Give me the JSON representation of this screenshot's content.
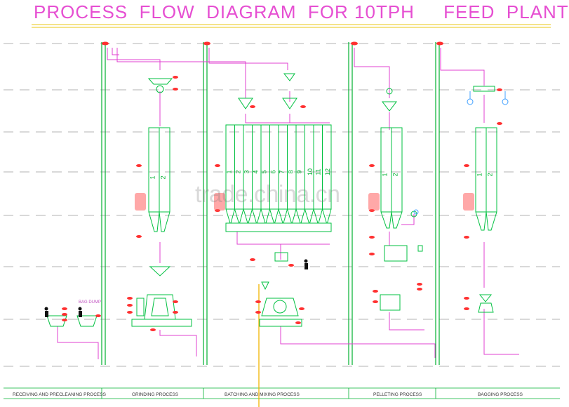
{
  "title": "PROCESS  FLOW  DIAGRAM  FOR 10TPH     FEED  PLANT",
  "watermark": "trade.china.cn",
  "processes": [
    "RECEIVING AND PRECLEANING PROCESS",
    "GRINDING PROCESS",
    "BATCHING AND MIXING PROCESS",
    "PELLETING PROCESS",
    "BAGGING PROCESS"
  ],
  "bin_numbers_batching": [
    "1",
    "2",
    "3",
    "4",
    "5",
    "6",
    "7",
    "8",
    "9",
    "10",
    "11",
    "12"
  ],
  "bin_numbers_pelleting": [
    "1",
    "2"
  ],
  "bin_numbers_bagging": [
    "1",
    "2"
  ],
  "grinding_bin_numbers": [
    "1",
    "2"
  ],
  "receiving_sign": "BAG DUMP",
  "colors": {
    "title": "#e64fd2",
    "equipment": "#00c040",
    "pipes": "#e040d0",
    "tags": "#ff2020",
    "dashed_lines": "#9a9a9a",
    "boundaries": "#00b030",
    "drop_line": "#f0b400"
  }
}
